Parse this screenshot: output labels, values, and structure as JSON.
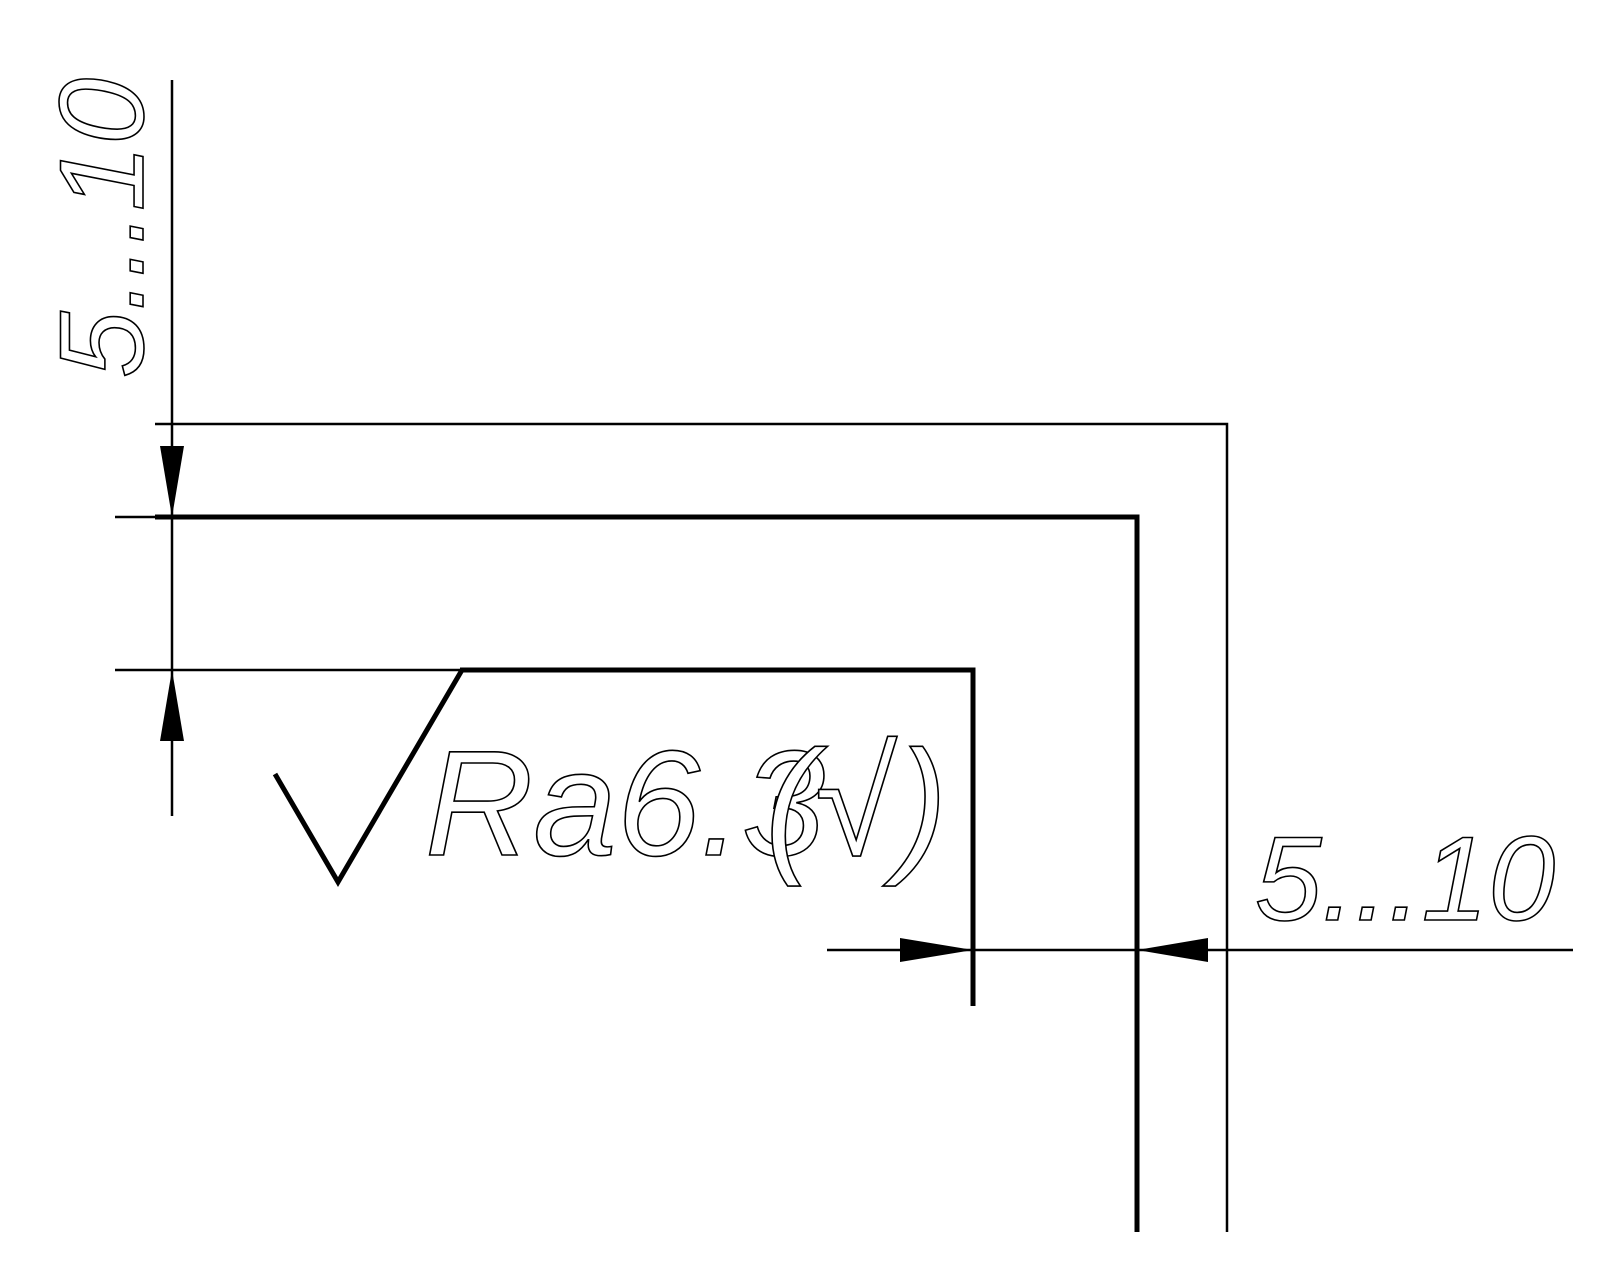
{
  "drawing": {
    "dimension_vertical": "5...10",
    "dimension_horizontal": "5...10",
    "roughness_value": "Ra6.3",
    "roughness_rest_symbol": "(√)",
    "line_color": "#000000",
    "background_color": "#ffffff"
  }
}
